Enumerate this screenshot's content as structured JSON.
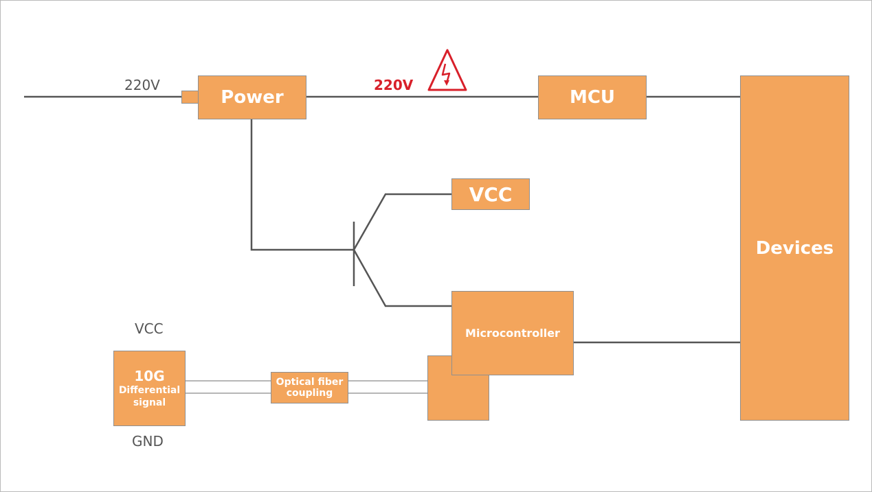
{
  "labels": {
    "input_voltage": "220V",
    "hv_voltage": "220V",
    "vcc_left": "VCC",
    "gnd_left": "GND"
  },
  "blocks": {
    "power": "Power",
    "mcu": "MCU",
    "devices": "Devices",
    "vcc": "VCC",
    "microcontroller": "Microcontroller",
    "signal_10g": "10G",
    "signal_desc": "Differential signal",
    "optical_coupling": "Optical fiber coupling"
  },
  "icons": {
    "warning": "high-voltage-warning-icon"
  },
  "colors": {
    "block_fill": "#f3a55c",
    "line": "#555555",
    "warning_red": "#d8202a"
  }
}
